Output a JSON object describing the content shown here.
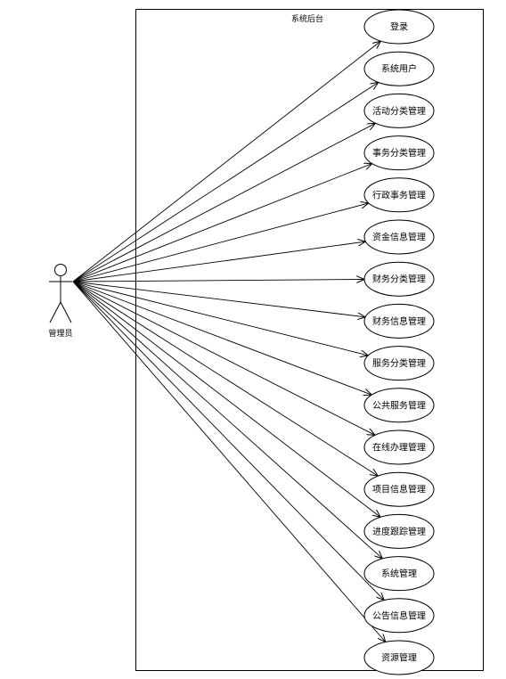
{
  "system": {
    "title": "系统后台"
  },
  "actor": {
    "name": "管理员"
  },
  "use_cases": [
    {
      "label": "登录"
    },
    {
      "label": "系统用户"
    },
    {
      "label": "活动分类管理"
    },
    {
      "label": "事务分类管理"
    },
    {
      "label": "行政事务管理"
    },
    {
      "label": "资金信息管理"
    },
    {
      "label": "财务分类管理"
    },
    {
      "label": "财务信息管理"
    },
    {
      "label": "服务分类管理"
    },
    {
      "label": "公共服务管理"
    },
    {
      "label": "在线办理管理"
    },
    {
      "label": "项目信息管理"
    },
    {
      "label": "进度跟踪管理"
    },
    {
      "label": "系统管理"
    },
    {
      "label": "公告信息管理"
    },
    {
      "label": "资源管理"
    }
  ]
}
